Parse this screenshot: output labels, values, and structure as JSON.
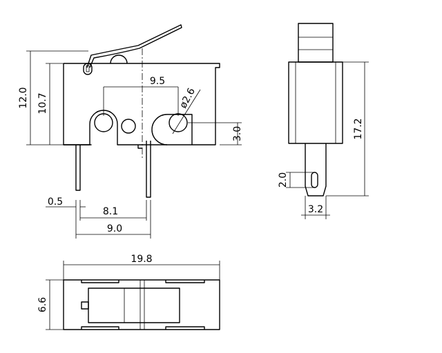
{
  "dimensions": {
    "overall_height": "12.0",
    "body_height": "10.7",
    "pin_spacing": "9.5",
    "hole_diameter": "ø2.6",
    "hole_offset": "3.0",
    "pin_width": "0.5",
    "pin_offset": "8.1",
    "pin_outer": "9.0",
    "side_height": "17.2",
    "terminal_slot": "2.0",
    "terminal_width": "3.2",
    "length": "19.8",
    "width": "6.6"
  }
}
